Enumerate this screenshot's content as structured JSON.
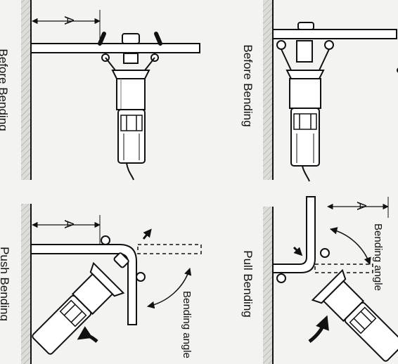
{
  "panels": {
    "top_left": {
      "caption": "Before Bending",
      "dim": "A"
    },
    "top_right": {
      "caption": "Before Bending"
    },
    "bottom_left": {
      "caption": "Push Bending",
      "dim": "A",
      "angle_label": "Bending angle"
    },
    "bottom_right": {
      "caption": "Pull Bending",
      "dim": "A",
      "angle_label": "Bending angle"
    }
  },
  "colors": {
    "ink": "#111111",
    "paper": "#f3f3f1",
    "wall": "#d9d9d6"
  }
}
